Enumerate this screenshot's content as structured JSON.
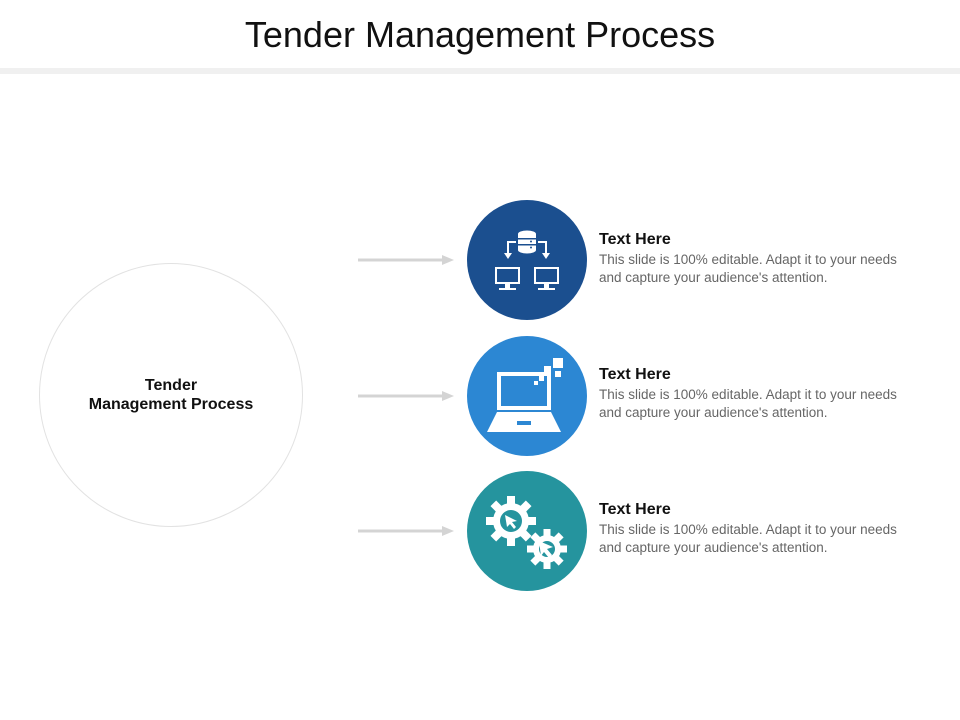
{
  "slide": {
    "title": "Tender Management Process"
  },
  "hub": {
    "line1": "Tender",
    "line2": "Management Process"
  },
  "items": [
    {
      "heading": "Text Here",
      "body": "This slide is 100% editable. Adapt it to your needs and capture your audience's attention.",
      "icon": "database-network-icon",
      "color": "#1b4f8f"
    },
    {
      "heading": "Text Here",
      "body": "This slide is 100% editable. Adapt it to your needs and capture your audience's attention.",
      "icon": "laptop-pixels-icon",
      "color": "#2c87d3"
    },
    {
      "heading": "Text Here",
      "body": "This slide is 100% editable. Adapt it to your needs and capture your audience's attention.",
      "icon": "gears-cursor-icon",
      "color": "#25949e"
    }
  ],
  "colors": {
    "arrow": "#d4d4d4",
    "hub_border": "#e2e2e2"
  }
}
